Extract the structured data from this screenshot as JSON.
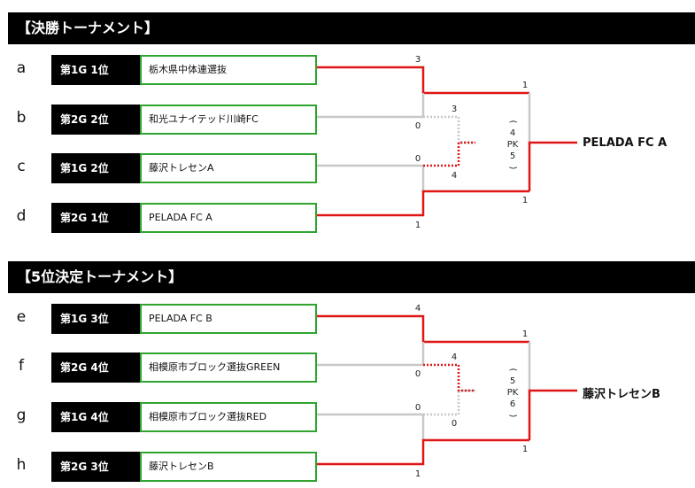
{
  "sections": [
    {
      "title": "【決勝トーナメント】",
      "rows": [
        {
          "letter": "a",
          "seed": "第1G 1位",
          "team": "栃木県中体連選抜"
        },
        {
          "letter": "b",
          "seed": "第2G 2位",
          "team": "和光ユナイテッド川崎FC"
        },
        {
          "letter": "c",
          "seed": "第1G 2位",
          "team": "藤沢トレセンA"
        },
        {
          "letter": "d",
          "seed": "第2G 1位",
          "team": "PELADA FC A"
        }
      ],
      "scores": {
        "r1_top_a": "3",
        "r1_top_b": "0",
        "r1_bot_c": "0",
        "r1_bot_d": "1",
        "sf_top": "3",
        "sf_bot": "4",
        "final_top": "1",
        "final_bot": "1"
      },
      "pk": {
        "open": "(",
        "top": "4",
        "label": "PK",
        "bottom": "5",
        "close": ")"
      },
      "winner": "PELADA FC A"
    },
    {
      "title": "【5位決定トーナメント】",
      "rows": [
        {
          "letter": "e",
          "seed": "第1G 3位",
          "team": "PELADA FC B"
        },
        {
          "letter": "f",
          "seed": "第2G 4位",
          "team": "相模原市ブロック選抜GREEN"
        },
        {
          "letter": "g",
          "seed": "第1G 4位",
          "team": "相模原市ブロック選抜RED"
        },
        {
          "letter": "h",
          "seed": "第2G 3位",
          "team": "藤沢トレセンB"
        }
      ],
      "scores": {
        "r1_top_a": "4",
        "r1_top_b": "0",
        "r1_bot_c": "0",
        "r1_bot_d": "1",
        "sf_top": "4",
        "sf_bot": "0",
        "final_top": "1",
        "final_bot": "1"
      },
      "pk": {
        "open": "(",
        "top": "5",
        "label": "PK",
        "bottom": "6",
        "close": ")"
      },
      "winner": "藤沢トレセンB"
    }
  ],
  "colors": {
    "win_line": "#e01515",
    "lose_line": "#c8c8c8",
    "team_border": "#2fa52f",
    "bar": "#000000"
  }
}
